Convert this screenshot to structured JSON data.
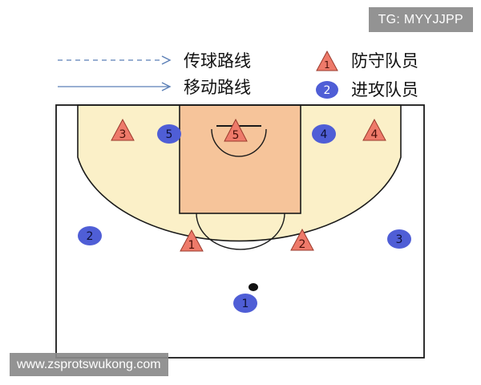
{
  "legend": {
    "pass_route": "传球路线",
    "move_route": "移动路线",
    "defender": "防守队员",
    "attacker": "进攻队员",
    "defender_symbol_number": "1",
    "attacker_symbol_number": "2"
  },
  "watermarks": {
    "top": "TG: MYYJJPP",
    "bottom": "www.zsprotswukong.com"
  },
  "defenders": [
    {
      "id": "d3",
      "number": "3"
    },
    {
      "id": "d5",
      "number": "5"
    },
    {
      "id": "d4",
      "number": "4"
    },
    {
      "id": "d1",
      "number": "1"
    },
    {
      "id": "d2",
      "number": "2"
    }
  ],
  "attackers": [
    {
      "id": "a5",
      "number": "5"
    },
    {
      "id": "a4",
      "number": "4"
    },
    {
      "id": "a2",
      "number": "2"
    },
    {
      "id": "a3",
      "number": "3"
    },
    {
      "id": "a1",
      "number": "1"
    }
  ],
  "colors": {
    "court_line": "#1a1a1a",
    "three_point_area": "#fbf0c8",
    "paint": "#f6c49a",
    "defender_fill": "#ee7a6a",
    "attacker_fill": "#4f5ed6",
    "route_line": "#5b7fb6",
    "ball": "#111111"
  }
}
